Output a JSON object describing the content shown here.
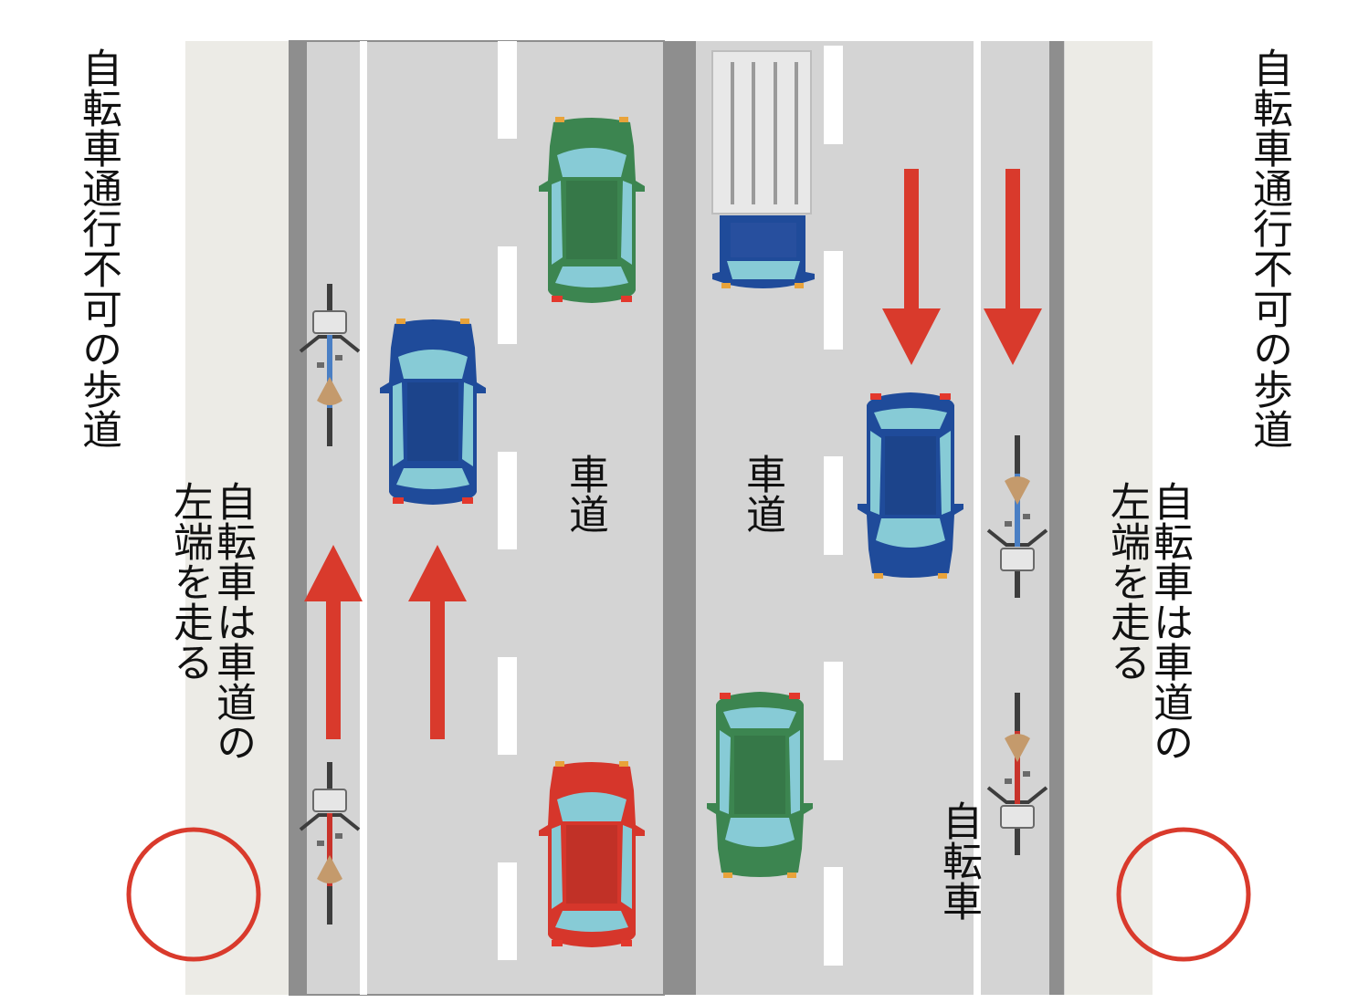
{
  "labels": {
    "sidewalk_left_no_bike": "自転車通行不可の歩道",
    "sidewalk_right_no_bike": "自転車通行不可の歩道",
    "bike_rule_left": "自転車は車道の\n左端を走る",
    "bike_rule_right": "自転車は車道の\n左端を走る",
    "roadway_left": "車道",
    "roadway_right": "車道",
    "bicycle": "自転車"
  },
  "colors": {
    "sidewalk": "#ecebe6",
    "road": "#d4d4d4",
    "divider": "#8e8e8e",
    "arrow": "#d93a2c",
    "ok_circle": "#d93a2c",
    "car_green": "#3c8550",
    "car_blue": "#1f4b9a",
    "car_red": "#d6362b",
    "glass": "#87cbd6"
  },
  "vehicles": [
    {
      "id": "car-green-northbound",
      "type": "car",
      "color": "car_green",
      "direction": "up"
    },
    {
      "id": "car-blue-northbound",
      "type": "car",
      "color": "car_blue",
      "direction": "up"
    },
    {
      "id": "car-red-northbound",
      "type": "car",
      "color": "car_red",
      "direction": "up"
    },
    {
      "id": "truck-blue-southbound",
      "type": "truck",
      "color": "car_blue",
      "direction": "down"
    },
    {
      "id": "car-blue-southbound",
      "type": "car",
      "color": "car_blue",
      "direction": "down"
    },
    {
      "id": "car-green-southbound",
      "type": "car",
      "color": "car_green",
      "direction": "down"
    },
    {
      "id": "bicycle-blue-left",
      "type": "bicycle",
      "frame": "#4a7fc4",
      "direction": "up"
    },
    {
      "id": "bicycle-red-left",
      "type": "bicycle",
      "frame": "#c8332b",
      "direction": "up"
    },
    {
      "id": "bicycle-blue-right",
      "type": "bicycle",
      "frame": "#4a7fc4",
      "direction": "down"
    },
    {
      "id": "bicycle-red-right",
      "type": "bicycle",
      "frame": "#c8332b",
      "direction": "down"
    }
  ],
  "arrows": [
    {
      "id": "arrow-bike-lane-left",
      "direction": "up"
    },
    {
      "id": "arrow-lane-left",
      "direction": "up"
    },
    {
      "id": "arrow-lane-right",
      "direction": "down"
    },
    {
      "id": "arrow-bike-lane-right",
      "direction": "down"
    }
  ]
}
